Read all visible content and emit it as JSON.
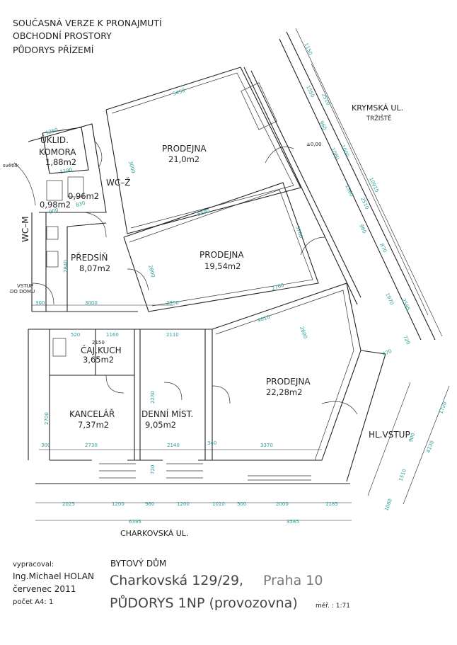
{
  "header": {
    "line1": "SOUČASNÁ VERZE K PRONAJMUTÍ",
    "line2": "OBCHODNÍ PROSTORY",
    "line3": "PŮDORYS PŘÍZEMÍ"
  },
  "streets": {
    "krymska": "KRYMSKÁ UL.",
    "trziste": "TRŽIŠTĚ",
    "charkovska": "CHARKOVSKÁ UL."
  },
  "rooms": {
    "uklid": {
      "name1": "ÚKLID.",
      "name2": "KOMORA",
      "area": "1,88m2"
    },
    "wc_z": {
      "name": "WC–Ž",
      "area": "0,96m2"
    },
    "wc_m": {
      "name": "WC–M",
      "area": "0,98m2"
    },
    "svetlik": "světlík",
    "predsin": {
      "name": "PŘEDSÍŇ",
      "area": "8,07m2"
    },
    "vstup": {
      "line1": "VSTUP",
      "line2": "DO DOMU"
    },
    "prodejna1": {
      "name": "PRODEJNA",
      "area": "21,0m2"
    },
    "prodejna2": {
      "name": "PRODEJNA",
      "area": "19,54m2"
    },
    "prodejna3": {
      "name": "PRODEJNA",
      "area": "22,28m2"
    },
    "caj_kuch": {
      "name": "ČAJ.KUCH",
      "area": "3,65m2"
    },
    "kancelar": {
      "name": "KANCELÁŘ",
      "area": "7,37m2"
    },
    "denni": {
      "name": "DENNÍ MÍST.",
      "area": "9,05m2"
    },
    "hl_vstup": "HL.VSTUP",
    "level": "±0,00"
  },
  "dimensions": {
    "bottom_row1": [
      "2025",
      "1200",
      "960",
      "1200",
      "1010",
      "500",
      "2000",
      "1185"
    ],
    "bottom_row2": [
      "6395",
      "3585"
    ],
    "row_640": [
      "300",
      "2730",
      "2140",
      "340",
      "3370"
    ],
    "row_465": [
      "520",
      "1160",
      "2110"
    ],
    "misc": {
      "d2150": "2150",
      "d3000": "3000",
      "d300": "300",
      "d2840": "2840",
      "d720": "720",
      "d2700": "2700",
      "d2230": "2230",
      "d5450": "5450",
      "d5500": "5500",
      "d2950": "2950",
      "d2760": "2760",
      "d4010": "4010",
      "d2600": "2600",
      "d3760": "3760",
      "d3000b": "3000",
      "d2800": "2800",
      "d1150": "1150",
      "d1550": "1550",
      "d2510": "2510",
      "d960": "960",
      "d1000": "1000",
      "d1060": "1060",
      "d1560": "1560",
      "d2510b": "2510",
      "d960b": "960",
      "d870": "870",
      "d10915": "10915",
      "d1970": "1970",
      "d2595": "2595",
      "d720b": "720",
      "d470": "470",
      "d1720": "1720",
      "d4130": "4130",
      "d900": "900",
      "d1510": "1510",
      "d1060b": "1060",
      "d1250": "1250",
      "d1190": "1190",
      "d900b": "900",
      "d830": "830"
    }
  },
  "titleblock": {
    "prepared_label": "vypracoval:",
    "author": "Ing.Michael HOLAN",
    "date": "červenec 2011",
    "sheets": "počet A4: 1",
    "building": "BYTOVÝ DŮM",
    "address_main": "Charkovská 129/29,",
    "address_city": "Praha 10",
    "plan": "PŮDORYS 1NP (provozovna)",
    "scale": "měř. : 1:71"
  }
}
